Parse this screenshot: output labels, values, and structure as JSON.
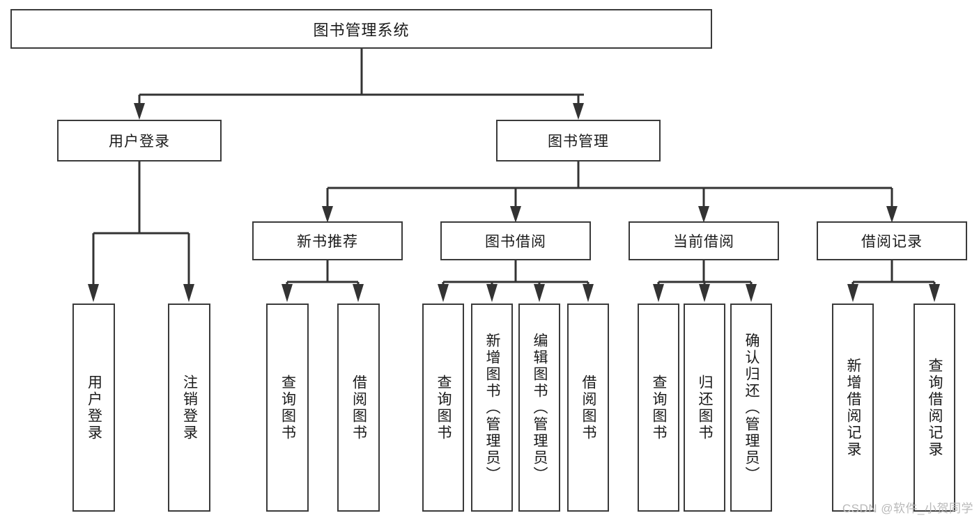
{
  "diagram": {
    "type": "tree-hierarchy",
    "title": "图书管理系统",
    "root": {
      "label": "图书管理系统",
      "level": 1
    },
    "level2": [
      {
        "label": "用户登录"
      },
      {
        "label": "图书管理"
      }
    ],
    "level3": [
      {
        "label": "新书推荐"
      },
      {
        "label": "图书借阅"
      },
      {
        "label": "当前借阅"
      },
      {
        "label": "借阅记录"
      }
    ],
    "leaves": {
      "user_login": [
        {
          "label": "用户登录"
        },
        {
          "label": "注销登录"
        }
      ],
      "new_book_recommend": [
        {
          "label": "查询图书"
        },
        {
          "label": "借阅图书"
        }
      ],
      "book_borrow": [
        {
          "label": "查询图书"
        },
        {
          "label": "新增图书（管理员）"
        },
        {
          "label": "编辑图书（管理员）"
        },
        {
          "label": "借阅图书"
        }
      ],
      "current_borrow": [
        {
          "label": "查询图书"
        },
        {
          "label": "归还图书"
        },
        {
          "label": "确认归还（管理员）"
        }
      ],
      "borrow_records": [
        {
          "label": "新增借阅记录"
        },
        {
          "label": "查询借阅记录"
        }
      ]
    }
  },
  "watermark": {
    "text": "CSDN @软件_小贺同学"
  },
  "colors": {
    "box_border": "#3a3a3a",
    "wire": "#333333",
    "text": "#1a1a1a",
    "background": "#ffffff",
    "watermark": "#b9b9b9"
  }
}
